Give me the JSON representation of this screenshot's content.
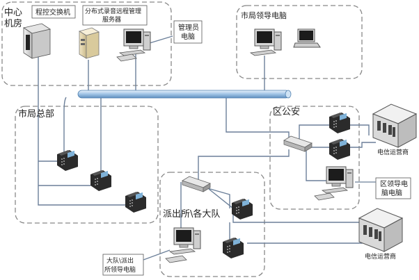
{
  "regions": {
    "center_room": "中心机房",
    "city_leader": "市局领导电脑",
    "city_hq": "市局总部",
    "district": "区公安",
    "station": "派出所\\各大队"
  },
  "devices": {
    "pbx": "程控交换机",
    "recording_server_line1": "分布式录音远程管理",
    "recording_server_line2": "服务器",
    "admin_pc_line1": "管理员",
    "admin_pc_line2": "电脑",
    "district_leader_line1": "区领导电",
    "district_leader_line2": "脑电脑",
    "station_leader_line1": "大队\\派出",
    "station_leader_line2": "所领导电脑",
    "telecom_top": "电信运营商",
    "telecom_bottom": "电信运营商"
  },
  "colors": {
    "line": "#6b7f99",
    "dash": "#888888",
    "backbone": "#a9c8e6"
  }
}
